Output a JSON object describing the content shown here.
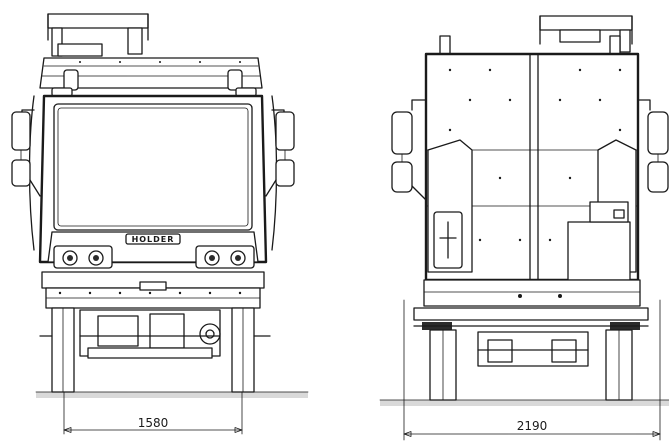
{
  "dimensions": {
    "front_track": "1580",
    "rear_width": "2190"
  },
  "badge": {
    "text": "HOLDER"
  },
  "colors": {
    "line": "#1a1a1a",
    "background": "#ffffff",
    "ground": "#d9d9d9"
  }
}
